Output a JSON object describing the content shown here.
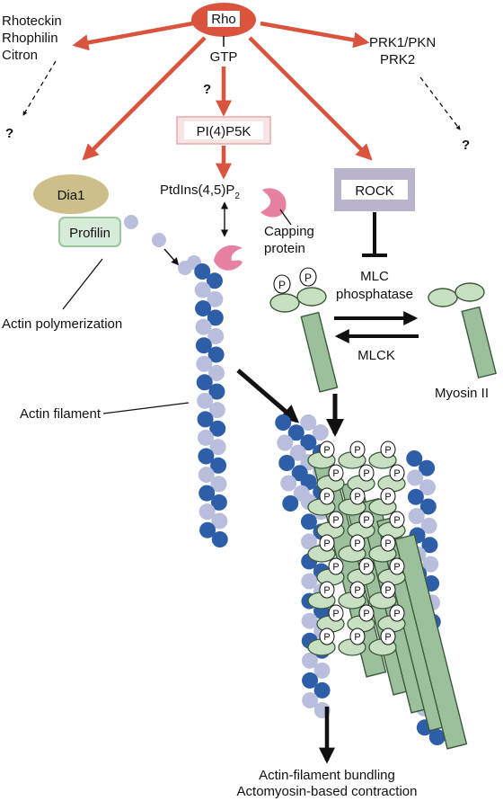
{
  "nodes": {
    "rho": "Rho",
    "gtp": "GTP",
    "rhoteckin": "Rhoteckin",
    "rhophilin": "Rhophilin",
    "citron": "Citron",
    "prk1": "PRK1/PKN",
    "prk2": "PRK2",
    "q_left": "?",
    "q_mid": "?",
    "q_right": "?",
    "pi4p5k": "PI(4)P5K",
    "ptdins_main": "PtdIns(4,5)P",
    "ptdins_sub": "2",
    "capping1": "Capping",
    "capping2": "protein",
    "dia1": "Dia1",
    "profilin": "Profilin",
    "rock": "ROCK",
    "mlc_phos1": "MLC",
    "mlc_phos2": "phosphatase",
    "mlc_right": "MLC",
    "mlck": "MLCK",
    "myosin": "Myosin II",
    "actin_poly": "Actin polymerization",
    "actin_filament": "Actin filament",
    "outcome1": "Actin-filament bundling",
    "outcome2": "Actomyosin-based contraction",
    "phospho": "P"
  },
  "colors": {
    "red_arrow": "#d9533d",
    "rho_fill": "#d9533d",
    "dia1_fill": "#cdbf8a",
    "profilin_fill": "#d6ebd8",
    "profilin_stroke": "#9bc79f",
    "rock_fill": "#b9b3cc",
    "pi4p5k_fill": "#f7e4e4",
    "pi4p5k_stroke": "#e7a9ac",
    "capping_fill": "#e6829f",
    "actin_dark": "#2f5ea9",
    "actin_light": "#b9bedd",
    "myosin_fill": "#9cbf9c",
    "myosin_head": "#c9dfc2",
    "myosin_stroke": "#3a5a3a"
  }
}
